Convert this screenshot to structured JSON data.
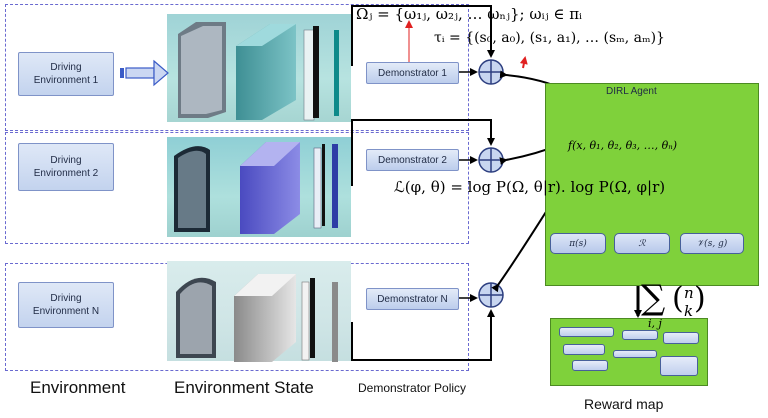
{
  "rows": [
    {
      "env_label": "Driving\nEnvironment 1",
      "demonstrator": "Demonstrator 1"
    },
    {
      "env_label": "Driving\nEnvironment 2",
      "demonstrator": "Demonstrator 2"
    },
    {
      "env_label": "Driving\nEnvironment N",
      "demonstrator": "Demonstrator N"
    }
  ],
  "formulas": {
    "omega": "Ωⱼ = {ω₁ⱼ, ω₂ⱼ, … ωₙⱼ}; ωᵢⱼ ∈ πᵢ",
    "tau": "τᵢ = {(s₀, a₀), (s₁, a₁), … (sₘ, aₘ)}",
    "f": "f(x, θ₁, θ₂, θ₃, …, θₙ)",
    "loss": "ℒ(φ, θ) = log P(Ω, θ|r). log P(Ω, φ|r)",
    "sum_symbol": "∑",
    "sum_sub": "i, j",
    "binom_n": "n",
    "binom_k": "k"
  },
  "agent": {
    "title": "DIRL Agent",
    "outputs": [
      "π(s)",
      "ℛ",
      "𝒱(s, g)"
    ]
  },
  "captions": {
    "environment": "Environment",
    "environment_state": "Environment State",
    "demonstrator_policy": "Demonstrator Policy",
    "reward_map": "Reward map"
  },
  "colors": {
    "green_panel": "#7fd13b",
    "dashed_border": "#6a6ad0",
    "arrow_red": "#e02020"
  }
}
